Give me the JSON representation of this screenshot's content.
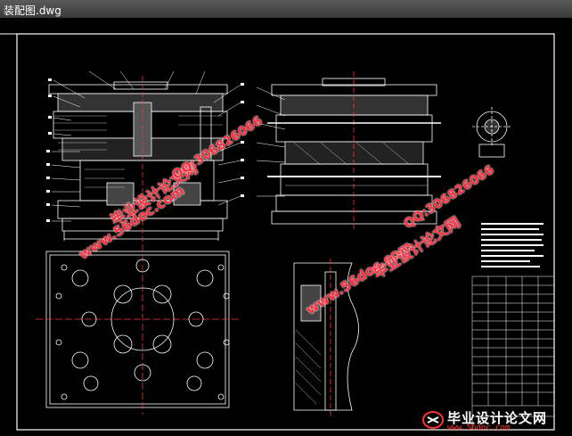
{
  "window": {
    "title": "装配图.dwg"
  },
  "watermarks": {
    "url": "www.56doc.com",
    "qq": "QQ:306826066",
    "brand": "毕业设计论文网"
  },
  "footer": {
    "brand": "毕业设计论文网",
    "url": "www.56doc.com"
  },
  "colors": {
    "background": "#000000",
    "lines": "#ffffff",
    "centerline": "#ff3333",
    "watermark": "#ff2a3a"
  }
}
